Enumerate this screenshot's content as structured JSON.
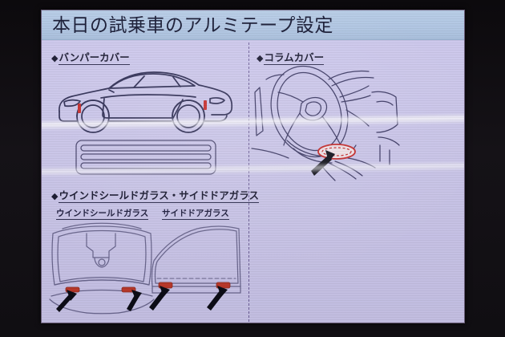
{
  "slide": {
    "title": "本日の試乗車のアルミテープ設定",
    "sections": {
      "bumper": {
        "diamond": "◆",
        "label": "バンパーカバー"
      },
      "column": {
        "diamond": "◆",
        "label": "コラムカバー"
      },
      "glass": {
        "diamond": "◆",
        "label": "ウインドシールドガラス・サイドドアガラス"
      }
    },
    "sub_labels": {
      "windshield": "ウインドシールドガラス",
      "side_door": "サイドドアガラス"
    },
    "figures": {
      "car": {
        "name": "スポーツカー側面図",
        "tape_marks": 2
      },
      "bumper_bar": {
        "name": "バンパーカバー貼付位置",
        "stripes": 3
      },
      "column": {
        "name": "ステアリングコラムカバー",
        "tape_marks": 1,
        "arrows": 1
      },
      "windshield": {
        "name": "ウインドシールドガラス",
        "tape_marks": 2,
        "arrows": 2
      },
      "side_door": {
        "name": "サイドドアガラス",
        "tape_marks": 2,
        "arrows": 2
      }
    },
    "colors": {
      "title_band": "#aec4e2",
      "slide_bg": "#ccc7ec",
      "ink": "#2b2a52",
      "tape_red": "#c62828",
      "divider": "#6e5f9a"
    }
  }
}
